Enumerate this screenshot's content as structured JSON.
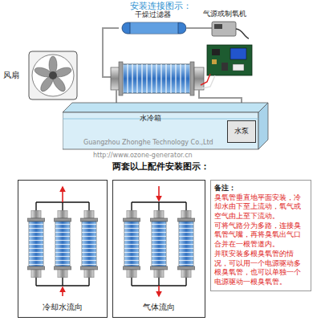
{
  "diagram": {
    "title": "安装连接图示：",
    "nodes": [
      {
        "text": [
          "干燥过滤器"
        ]
      },
      {
        "text": [
          "气源或制氧机"
        ]
      },
      {
        "text": [
          "风扇"
        ]
      },
      {
        "text": [
          "水冷箱"
        ]
      },
      {
        "text": [
          "水泵"
        ],
        "in": 3
      },
      {
        "text": [
          "冷却水流向"
        ]
      },
      {
        "text": [
          "气体流向"
        ]
      },
      {
        "text": [
          "备注：",
          "臭氧管垂直地平面安装，冷却水由下至上流动，氧气或空气由上至下流动。",
          "可将气路分为多路，连接臭氧管气嘴，再将臭氧出气口合并在一根管道内。",
          "并联安装多根臭氧管的情况，可以用一个电源驱动多根臭氧管，也可以单独一个电源驱动一根臭氧管。"
        ]
      }
    ],
    "edges": [
      {
        "from": 1,
        "to": 0,
        "arrow": "none"
      }
    ],
    "labels": [
      "两套以上配件安装图示：",
      "Guangzhou Zhonghe Technology Co.,Ltd",
      "http://www.ozone-generator.cn"
    ]
  }
}
